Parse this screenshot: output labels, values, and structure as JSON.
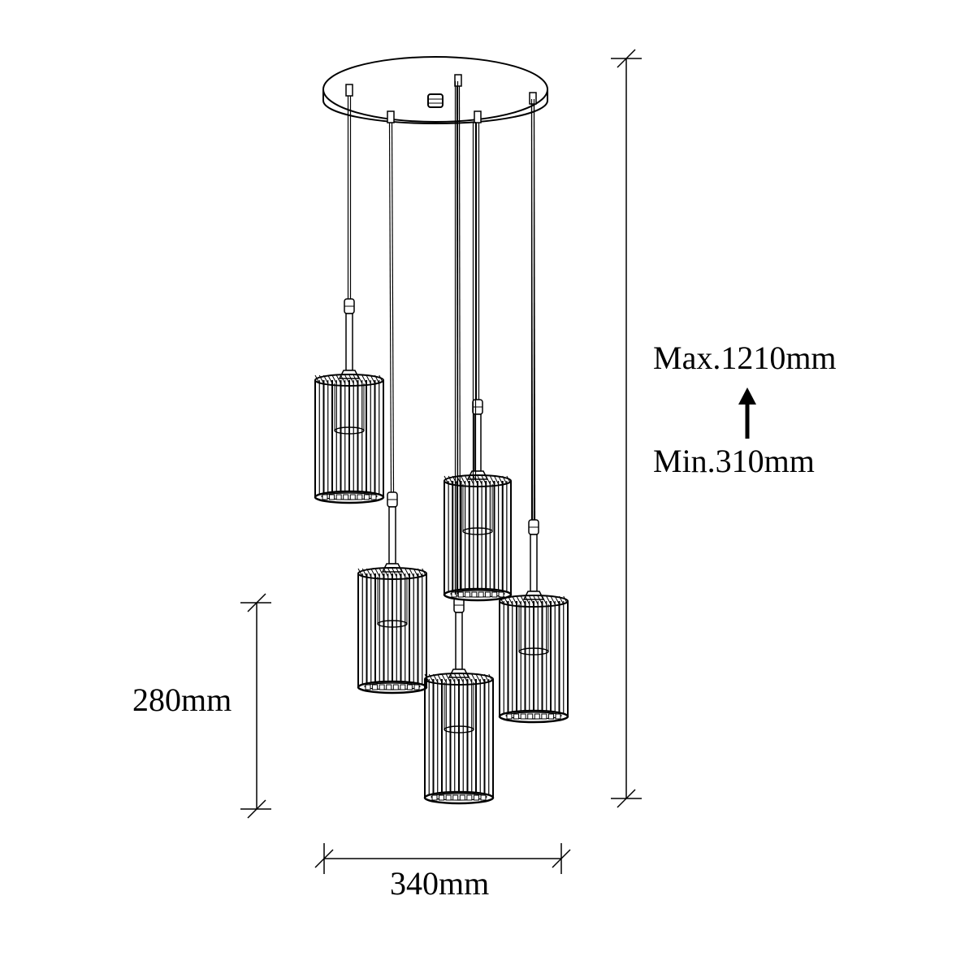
{
  "dimensions": {
    "max_height_label": "Max.1210mm",
    "min_height_label": "Min.310mm",
    "shade_height_label": "280mm",
    "canopy_width_label": "340mm"
  },
  "product": {
    "pendant_count": 5,
    "shade_style": "wire-cage-cylinder"
  },
  "icons": {
    "adjust_arrow": "arrow-up-icon"
  }
}
